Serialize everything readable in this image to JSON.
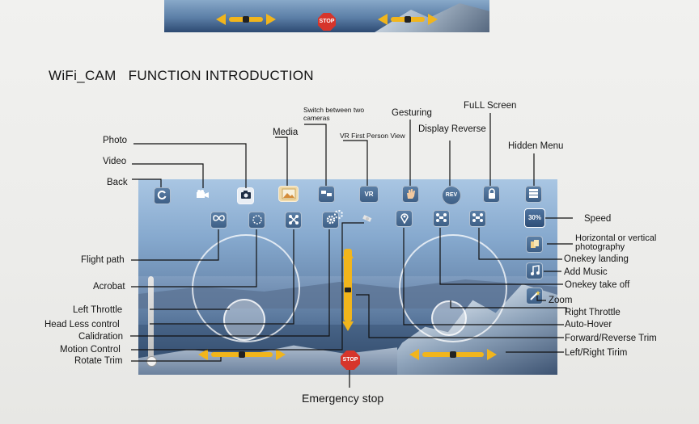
{
  "top_strip": {
    "stop_label": "STOP"
  },
  "title": {
    "part1": "WiFi_CAM",
    "part2": "FUNCTION INTRODUCTION"
  },
  "screen": {
    "speed_value": "30%",
    "stop_label": "STOP",
    "icons": {
      "back": "refresh-icon",
      "video": "video-camera-icon",
      "photo": "camera-icon",
      "media": "image-icon",
      "switch_camera": "switch-camera-icon",
      "vr": "VR",
      "gesture": "hand-icon",
      "reverse": "REV",
      "fullscreen": "lock-icon",
      "hidden_menu": "menu-icon",
      "flight_path": "infinity-icon",
      "acrobat": "flip-icon",
      "headless": "headless-icon",
      "calibration": "gear-icon",
      "motion": "satellite-icon",
      "auto_hover": "location-pin-icon",
      "takeoff": "drone-icon",
      "landing": "drone-landing-icon",
      "orientation": "rotate-photo-icon",
      "music": "music-icon",
      "zoom": "magic-wand-icon"
    }
  },
  "labels": {
    "photo": "Photo",
    "video": "Video",
    "back": "Back",
    "media": "Media",
    "switch_cameras": "Switch between two cameras",
    "vr": "VR First Person View",
    "gesturing": "Gesturing",
    "display_reverse": "Display Reverse",
    "full_screen": "FuLL Screen",
    "hidden_menu": "Hidden Menu",
    "speed": "Speed",
    "orientation": "Horizontal or vertical photography",
    "onekey_landing": "Onekey landing",
    "add_music": "Add Music",
    "onekey_takeoff": "Onekey take off",
    "zoom": "Zoom",
    "right_throttle": "Right Throttle",
    "auto_hover": "Auto-Hover",
    "fr_trim": "Forward/Reverse Trim",
    "lr_trim": "Left/Right Tirim",
    "flight_path": "Flight path",
    "acrobat": "Acrobat",
    "left_throttle": "Left Throttle",
    "head_less": "Head Less control",
    "calibration": "Calidration",
    "motion_control": "Motion Control",
    "rotate_trim": "Rotate Trim",
    "emergency_stop": "Emergency stop"
  }
}
